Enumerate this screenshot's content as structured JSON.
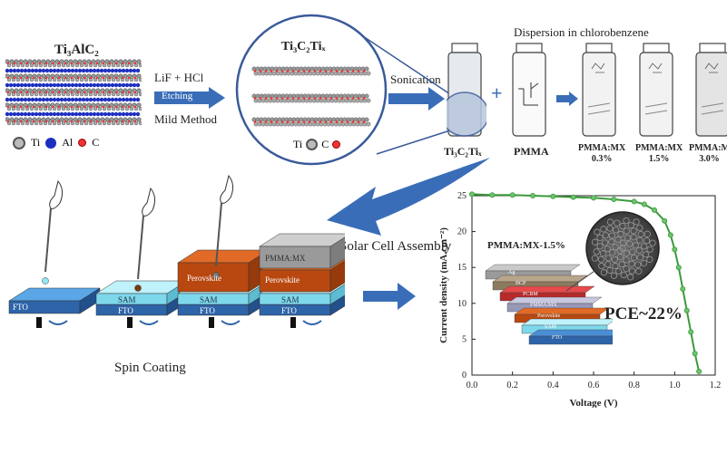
{
  "top": {
    "max_phase": {
      "formula": "Ti₃AlC₂",
      "legend": [
        "Ti",
        "Al",
        "C"
      ]
    },
    "etching": {
      "reagents": "LiF + HCl",
      "arrow_label": "Etching",
      "method": "Mild Method"
    },
    "mxene": {
      "formula": "Ti₃C₂Tiₓ",
      "legend": [
        "Ti",
        "C"
      ]
    },
    "sonication": "Sonication",
    "dispersion_title": "Dispersion in chlorobenzene",
    "vial_labels": {
      "mxene": "Ti₃C₂Tiₓ",
      "pmma": "PMMA"
    },
    "samples": [
      {
        "line1": "PMMA:MX",
        "line2": "0.3%"
      },
      {
        "line1": "PMMA:MX",
        "line2": "1.5%"
      },
      {
        "line1": "PMMA:M",
        "line2": "3.0%"
      }
    ],
    "plus": "+"
  },
  "bottom": {
    "assembly": "Solar Cell Assembly",
    "spin_coating": "Spin Coating",
    "layers": {
      "fto": "FTO",
      "sam": "SAM",
      "perovskite": "Perovskite",
      "pmma_mx": "PMMA:MX"
    }
  },
  "chart": {
    "inset_label": "PMMA:MX-1.5%",
    "pce": "PCE~22%",
    "stack_layers": [
      "Ag",
      "BCP",
      "PCBM",
      "PMMA:MX",
      "Perovskite",
      "SAM",
      "FTO"
    ],
    "colors": {
      "curve": "#3c9a3c",
      "perovskite": "#d9601c",
      "sam": "#8fe3f2",
      "fto": "#3a78c4"
    }
  },
  "chart_data": {
    "type": "line",
    "xlabel": "Voltage (V)",
    "ylabel": "Current density (mA.cm⁻²)",
    "xlim": [
      0.0,
      1.2
    ],
    "ylim": [
      0,
      25
    ],
    "xticks": [
      "0.0",
      "0.2",
      "0.4",
      "0.6",
      "0.8",
      "1.0",
      "1.2"
    ],
    "yticks": [
      "0",
      "5",
      "10",
      "15",
      "20",
      "25"
    ],
    "series": [
      {
        "x": [
          0.0,
          0.1,
          0.2,
          0.3,
          0.4,
          0.5,
          0.6,
          0.7,
          0.8,
          0.85,
          0.9,
          0.95,
          0.98,
          1.0,
          1.02,
          1.04,
          1.06,
          1.08,
          1.1,
          1.12
        ],
        "y": [
          25.2,
          25.1,
          25.1,
          25.0,
          24.9,
          24.8,
          24.7,
          24.5,
          24.2,
          23.8,
          23.0,
          21.5,
          19.5,
          17.5,
          15.0,
          12.0,
          9.0,
          6.0,
          3.0,
          0.5
        ]
      }
    ]
  }
}
